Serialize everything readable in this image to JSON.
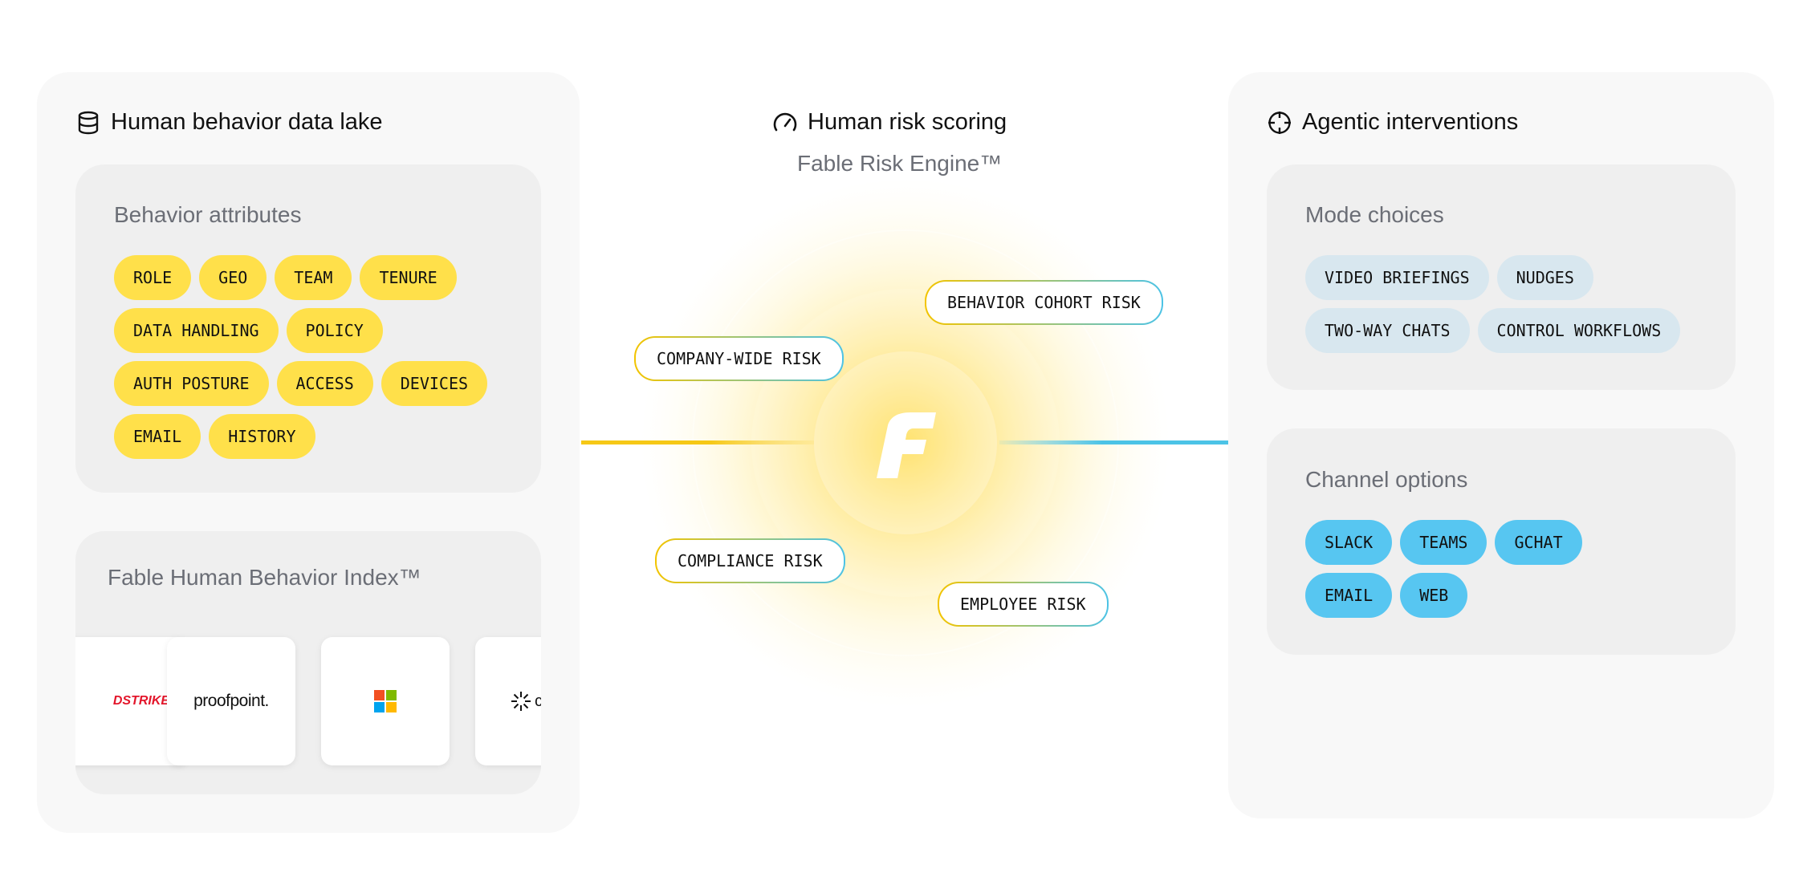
{
  "left_panel": {
    "title": "Human behavior data lake",
    "icon": "database-icon",
    "behavior_card": {
      "title": "Behavior attributes",
      "chips": [
        "ROLE",
        "GEO",
        "TEAM",
        "TENURE",
        "DATA HANDLING",
        "POLICY",
        "AUTH POSTURE",
        "ACCESS",
        "DEVICES",
        "EMAIL",
        "HISTORY"
      ]
    },
    "index_card": {
      "title": "Fable Human Behavior Index™",
      "logos": [
        "DSTRIKE",
        "proofpoint.",
        "microsoft-logo-icon",
        "c"
      ]
    }
  },
  "center": {
    "title": "Human risk scoring",
    "icon": "gauge-icon",
    "subtitle": "Fable Risk Engine™",
    "core_icon": "fable-logo-icon",
    "risks": [
      "COMPANY-WIDE RISK",
      "BEHAVIOR COHORT RISK",
      "COMPLIANCE RISK",
      "EMPLOYEE RISK"
    ]
  },
  "right_panel": {
    "title": "Agentic interventions",
    "icon": "crosshair-icon",
    "mode_card": {
      "title": "Mode choices",
      "chips": [
        "VIDEO BRIEFINGS",
        "NUDGES",
        "TWO-WAY CHATS",
        "CONTROL WORKFLOWS"
      ]
    },
    "channel_card": {
      "title": "Channel options",
      "chips": [
        "SLACK",
        "TEAMS",
        "GCHAT",
        "EMAIL",
        "WEB"
      ]
    }
  },
  "colors": {
    "yellow": "#ffe04a",
    "light_blue": "#d8e7ef",
    "blue": "#57c6f1",
    "panel": "#f8f8f8",
    "card": "#efefef"
  }
}
